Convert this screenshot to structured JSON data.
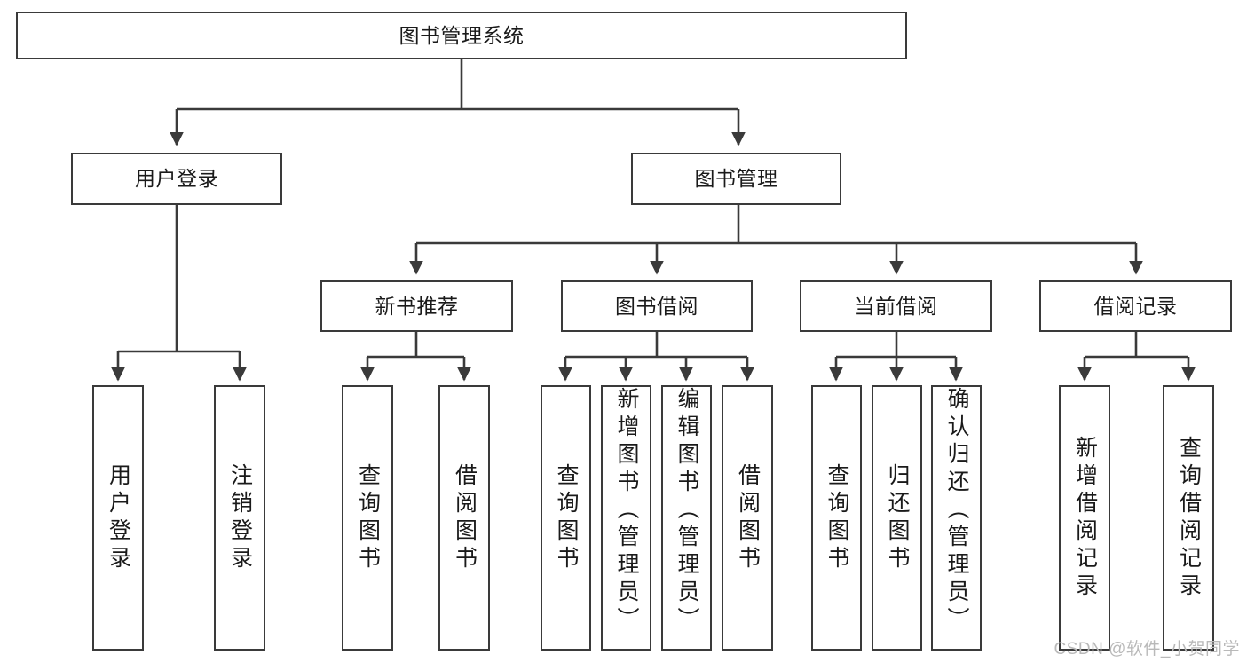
{
  "diagram": {
    "type": "tree-hierarchy-chart",
    "title": "图书管理系统",
    "root": {
      "id": "root",
      "label": "图书管理系统"
    },
    "level2": [
      {
        "id": "user-login",
        "label": "用户登录"
      },
      {
        "id": "book-mgmt",
        "label": "图书管理"
      }
    ],
    "level3": [
      {
        "id": "new-book-rec",
        "label": "新书推荐"
      },
      {
        "id": "book-borrow",
        "label": "图书借阅"
      },
      {
        "id": "current-borrow",
        "label": "当前借阅"
      },
      {
        "id": "borrow-record",
        "label": "借阅记录"
      }
    ],
    "leaves": {
      "user_login": [
        {
          "id": "leaf-user-login",
          "label": "用户登录"
        },
        {
          "id": "leaf-logout",
          "label": "注销登录"
        }
      ],
      "new_book_rec": [
        {
          "id": "leaf-query-book-1",
          "label": "查询图书"
        },
        {
          "id": "leaf-borrow-book-1",
          "label": "借阅图书"
        }
      ],
      "book_borrow": [
        {
          "id": "leaf-query-book-2",
          "label": "查询图书"
        },
        {
          "id": "leaf-add-book",
          "label": "新增图书（管理员）"
        },
        {
          "id": "leaf-edit-book",
          "label": "编辑图书（管理员）"
        },
        {
          "id": "leaf-borrow-book-2",
          "label": "借阅图书"
        }
      ],
      "current_borrow": [
        {
          "id": "leaf-query-book-3",
          "label": "查询图书"
        },
        {
          "id": "leaf-return-book",
          "label": "归还图书"
        },
        {
          "id": "leaf-confirm-return",
          "label": "确认归还（管理员）"
        }
      ],
      "borrow_record": [
        {
          "id": "leaf-add-record",
          "label": "新增借阅记录"
        },
        {
          "id": "leaf-query-record",
          "label": "查询借阅记录"
        }
      ]
    }
  },
  "watermark": {
    "text": "CSDN @软件_小贺同学"
  },
  "colors": {
    "border": "#3a3a3a",
    "background": "#ffffff",
    "text": "#1a1a1a",
    "watermark": "#b9b9b9"
  }
}
